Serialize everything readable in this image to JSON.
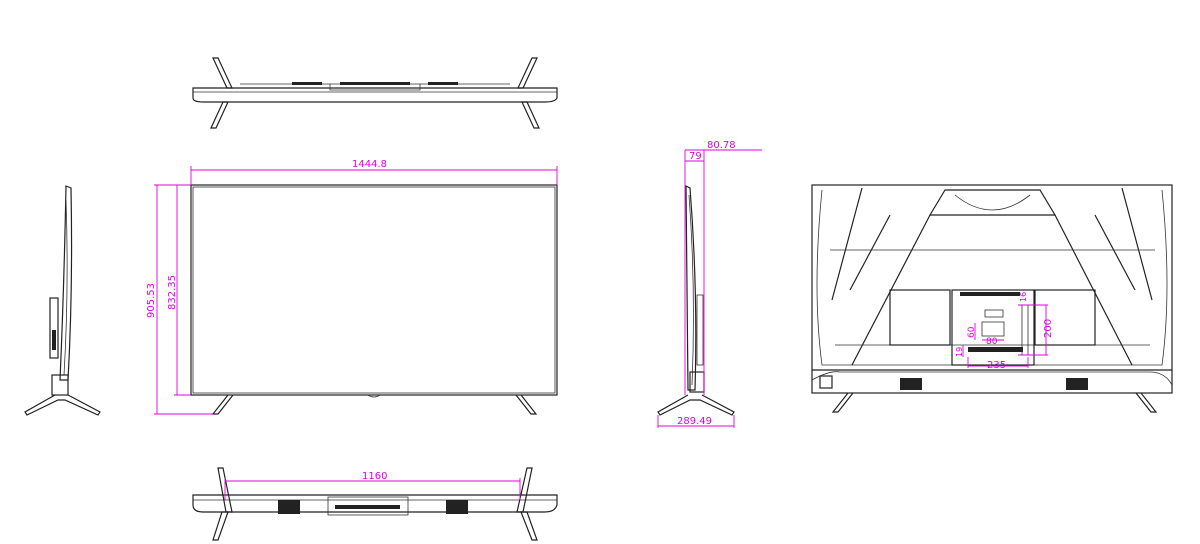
{
  "dimensions": {
    "front_width": "1444.8",
    "overall_height": "905.53",
    "panel_height": "832.35",
    "depth_panel": "79",
    "depth_max": "80.78",
    "stand_depth": "289.49",
    "stand_spacing": "1160",
    "vesa_offset_top": "16",
    "vesa_box_height": "60",
    "vesa_box_width": "80",
    "vesa_vertical": "200",
    "vesa_bottom_offset": "19",
    "vesa_horizontal": "235"
  },
  "colors": {
    "line": "#222222",
    "dimension": "#e000e0"
  }
}
